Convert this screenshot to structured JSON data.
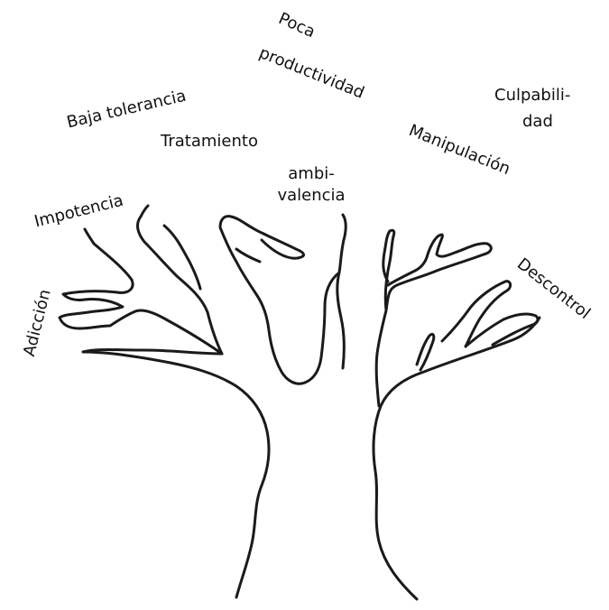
{
  "labels": {
    "poca": "Poca",
    "productividad": "productividad",
    "baja_tolerancia": "Baja tolerancia",
    "tratamiento": "Tratamiento",
    "culpabili": "Culpabili-",
    "dad": "dad",
    "manipulacion": "Manipulación",
    "ambi": "ambi-",
    "valencia": "valencia",
    "impotencia": "Impotencia",
    "descontrol": "Descontrol",
    "adiccion": "Adicción"
  },
  "colors": {
    "line": "#1a1a1a",
    "text": "#111111",
    "background": "#ffffff"
  }
}
